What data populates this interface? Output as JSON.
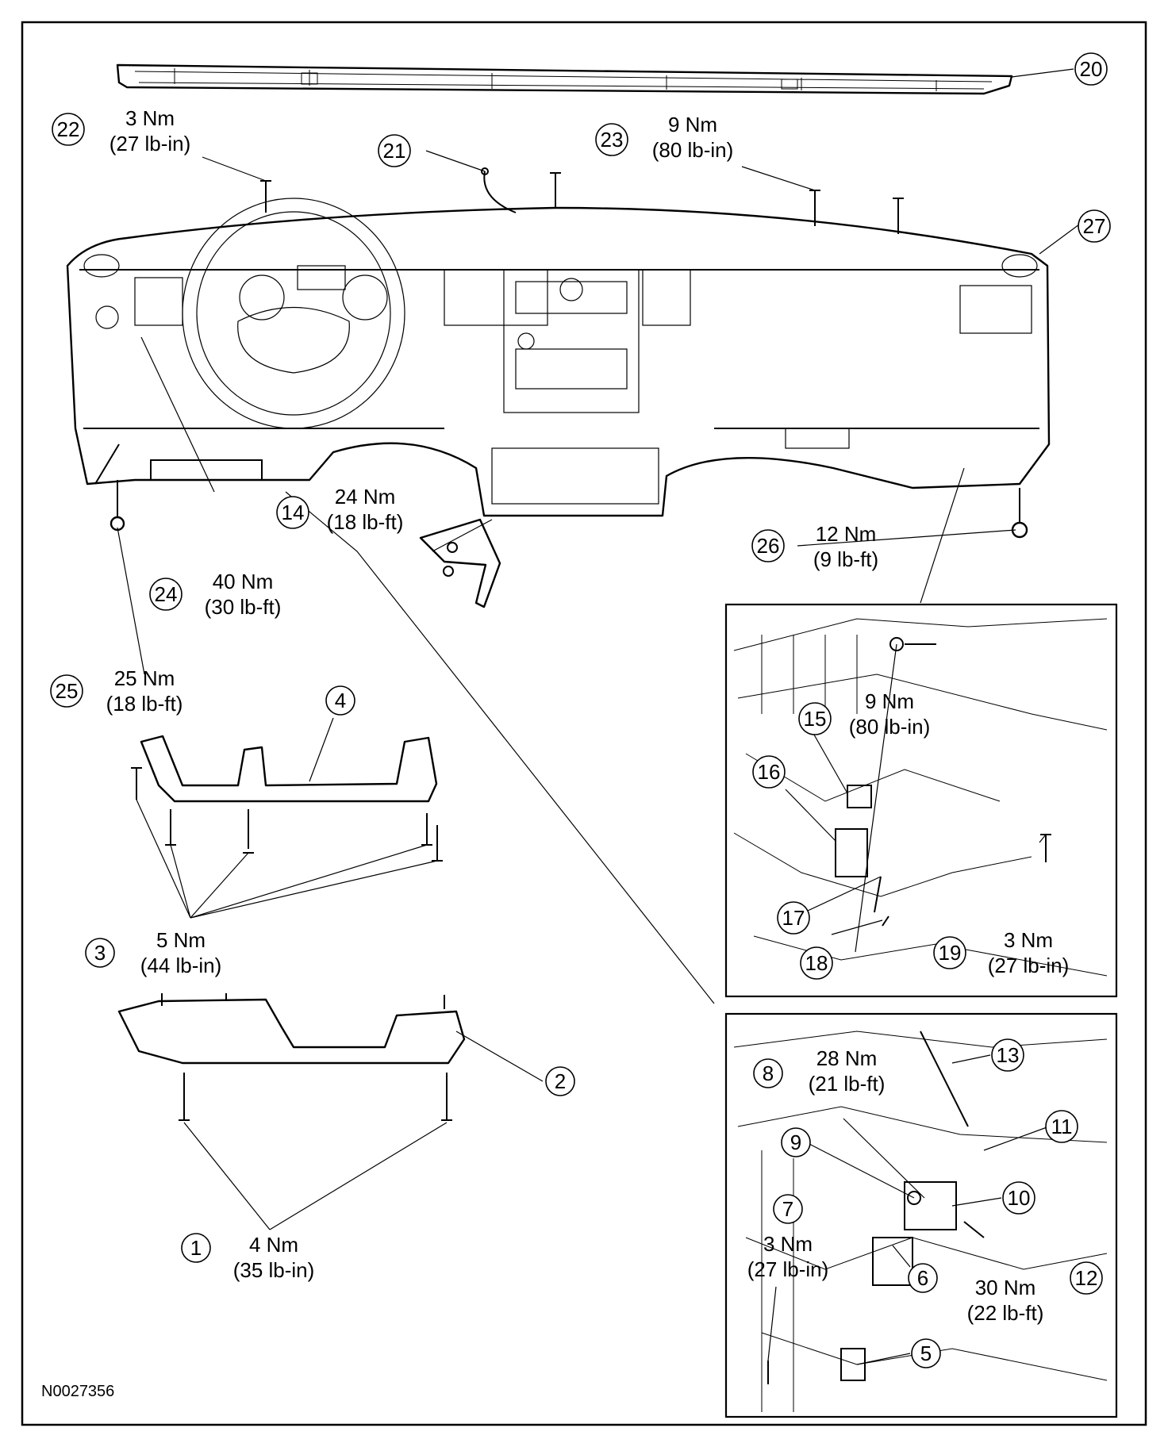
{
  "figure": {
    "id": "N0027356"
  },
  "callouts": [
    {
      "num": "1",
      "torque": "4 Nm",
      "torque_alt": "(35 lb-in)"
    },
    {
      "num": "2",
      "torque": "",
      "torque_alt": ""
    },
    {
      "num": "3",
      "torque": "5 Nm",
      "torque_alt": "(44 lb-in)"
    },
    {
      "num": "4",
      "torque": "",
      "torque_alt": ""
    },
    {
      "num": "5",
      "torque": "",
      "torque_alt": ""
    },
    {
      "num": "6",
      "torque": "",
      "torque_alt": ""
    },
    {
      "num": "7",
      "torque": "3 Nm",
      "torque_alt": "(27 lb-in)"
    },
    {
      "num": "8",
      "torque": "28 Nm",
      "torque_alt": "(21 lb-ft)"
    },
    {
      "num": "9",
      "torque": "",
      "torque_alt": ""
    },
    {
      "num": "10",
      "torque": "",
      "torque_alt": ""
    },
    {
      "num": "11",
      "torque": "",
      "torque_alt": ""
    },
    {
      "num": "12",
      "torque": "30 Nm",
      "torque_alt": "(22 lb-ft)"
    },
    {
      "num": "13",
      "torque": "",
      "torque_alt": ""
    },
    {
      "num": "14",
      "torque": "24 Nm",
      "torque_alt": "(18 lb-ft)"
    },
    {
      "num": "15",
      "torque": "9 Nm",
      "torque_alt": "(80 lb-in)"
    },
    {
      "num": "16",
      "torque": "",
      "torque_alt": ""
    },
    {
      "num": "17",
      "torque": "",
      "torque_alt": ""
    },
    {
      "num": "18",
      "torque": "",
      "torque_alt": ""
    },
    {
      "num": "19",
      "torque": "3 Nm",
      "torque_alt": "(27 lb-in)"
    },
    {
      "num": "20",
      "torque": "",
      "torque_alt": ""
    },
    {
      "num": "21",
      "torque": "",
      "torque_alt": ""
    },
    {
      "num": "22",
      "torque": "3 Nm",
      "torque_alt": "(27 lb-in)"
    },
    {
      "num": "23",
      "torque": "9 Nm",
      "torque_alt": "(80 lb-in)"
    },
    {
      "num": "24",
      "torque": "40 Nm",
      "torque_alt": "(30 lb-ft)"
    },
    {
      "num": "25",
      "torque": "25 Nm",
      "torque_alt": "(18 lb-ft)"
    },
    {
      "num": "26",
      "torque": "12 Nm",
      "torque_alt": "(9 lb-ft)"
    },
    {
      "num": "27",
      "torque": "",
      "torque_alt": ""
    }
  ]
}
